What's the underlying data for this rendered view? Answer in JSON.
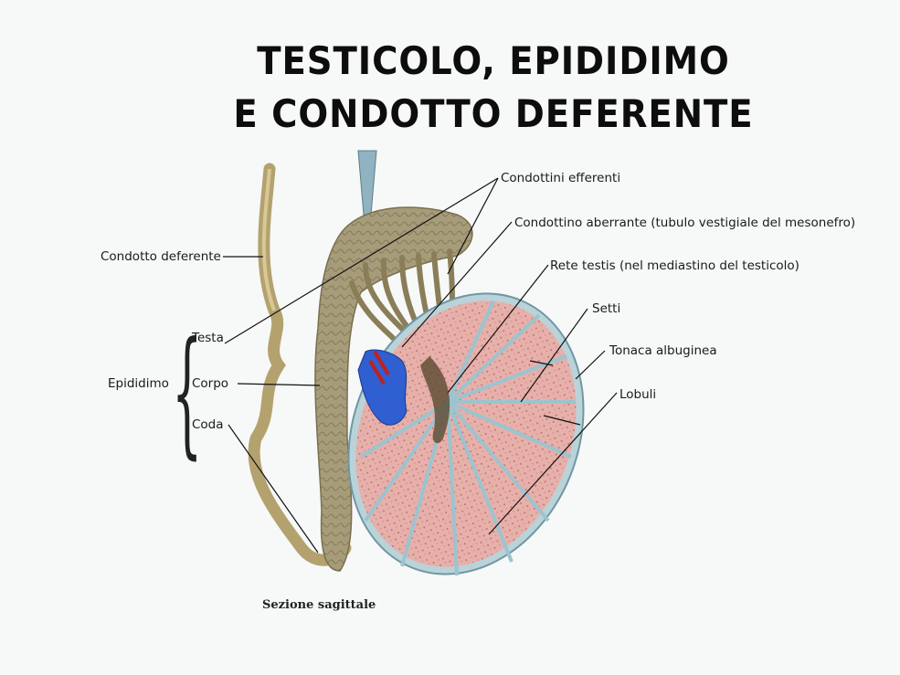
{
  "title": {
    "line1": "TESTICOLO, EPIDIDIMO",
    "line2": "E CONDOTTO DEFERENTE"
  },
  "labels": {
    "condotto_deferente": "Condotto deferente",
    "epididimo": "Epididimo",
    "testa": "Testa",
    "corpo": "Corpo",
    "coda": "Coda",
    "condottini_efferenti": "Condottini efferenti",
    "condottino_aberrante": "Condottino aberrante (tubulo vestigiale del mesonefro)",
    "rete_testis": "Rete testis (nel mediastino del testicolo)",
    "setti": "Setti",
    "tonaca_albuginea": "Tonaca albuginea",
    "lobuli": "Lobuli"
  },
  "caption": "Sezione sagittale",
  "colors": {
    "background": "#f7f8f8",
    "duct": "#b8a676",
    "epididymis": "#a39a78",
    "testis_lobule": "#e3a9a5",
    "septa": "#9cc4cf",
    "albuginea": "#b9d3d9",
    "vein_blue": "#2f5fd0",
    "artery_red": "#c02020",
    "leader_line": "#111111"
  }
}
